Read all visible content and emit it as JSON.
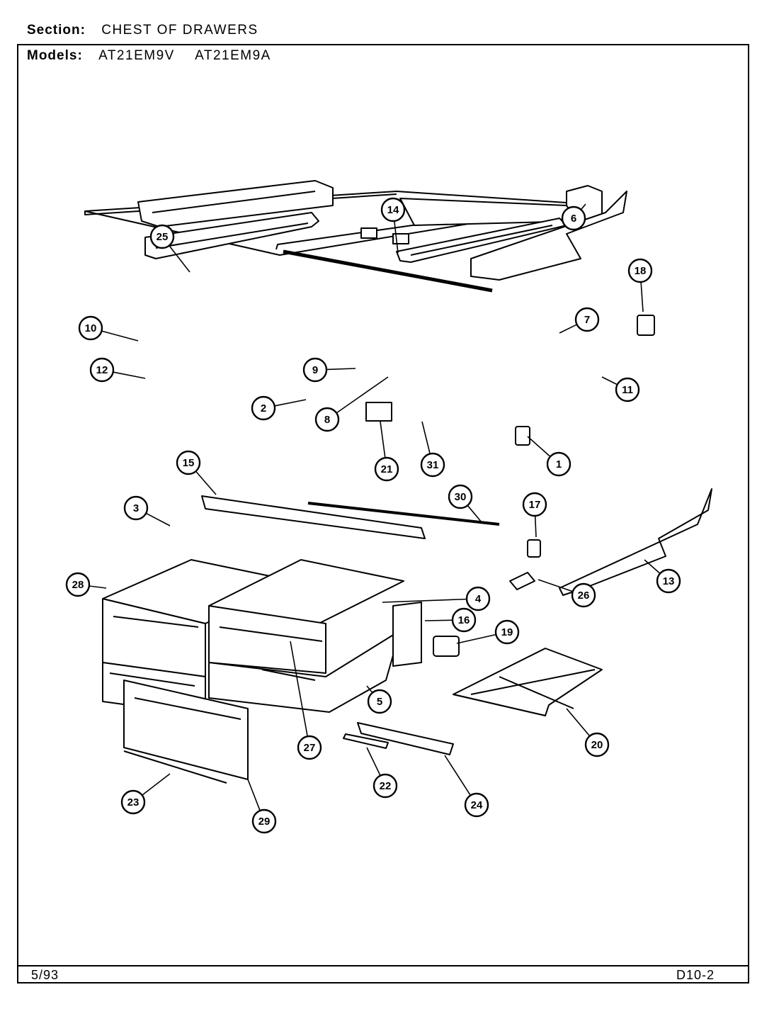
{
  "header": {
    "section_label": "Section:",
    "section_value": "CHEST OF DRAWERS",
    "models_label": "Models:",
    "models": [
      "AT21EM9V",
      "AT21EM9A"
    ]
  },
  "footer": {
    "date": "5/93",
    "page": "D10-2"
  },
  "callouts": [
    "1",
    "2",
    "3",
    "4",
    "5",
    "6",
    "7",
    "8",
    "9",
    "10",
    "11",
    "12",
    "13",
    "14",
    "15",
    "16",
    "17",
    "18",
    "19",
    "20",
    "21",
    "22",
    "23",
    "24",
    "25",
    "26",
    "27",
    "28",
    "29",
    "30",
    "31"
  ]
}
